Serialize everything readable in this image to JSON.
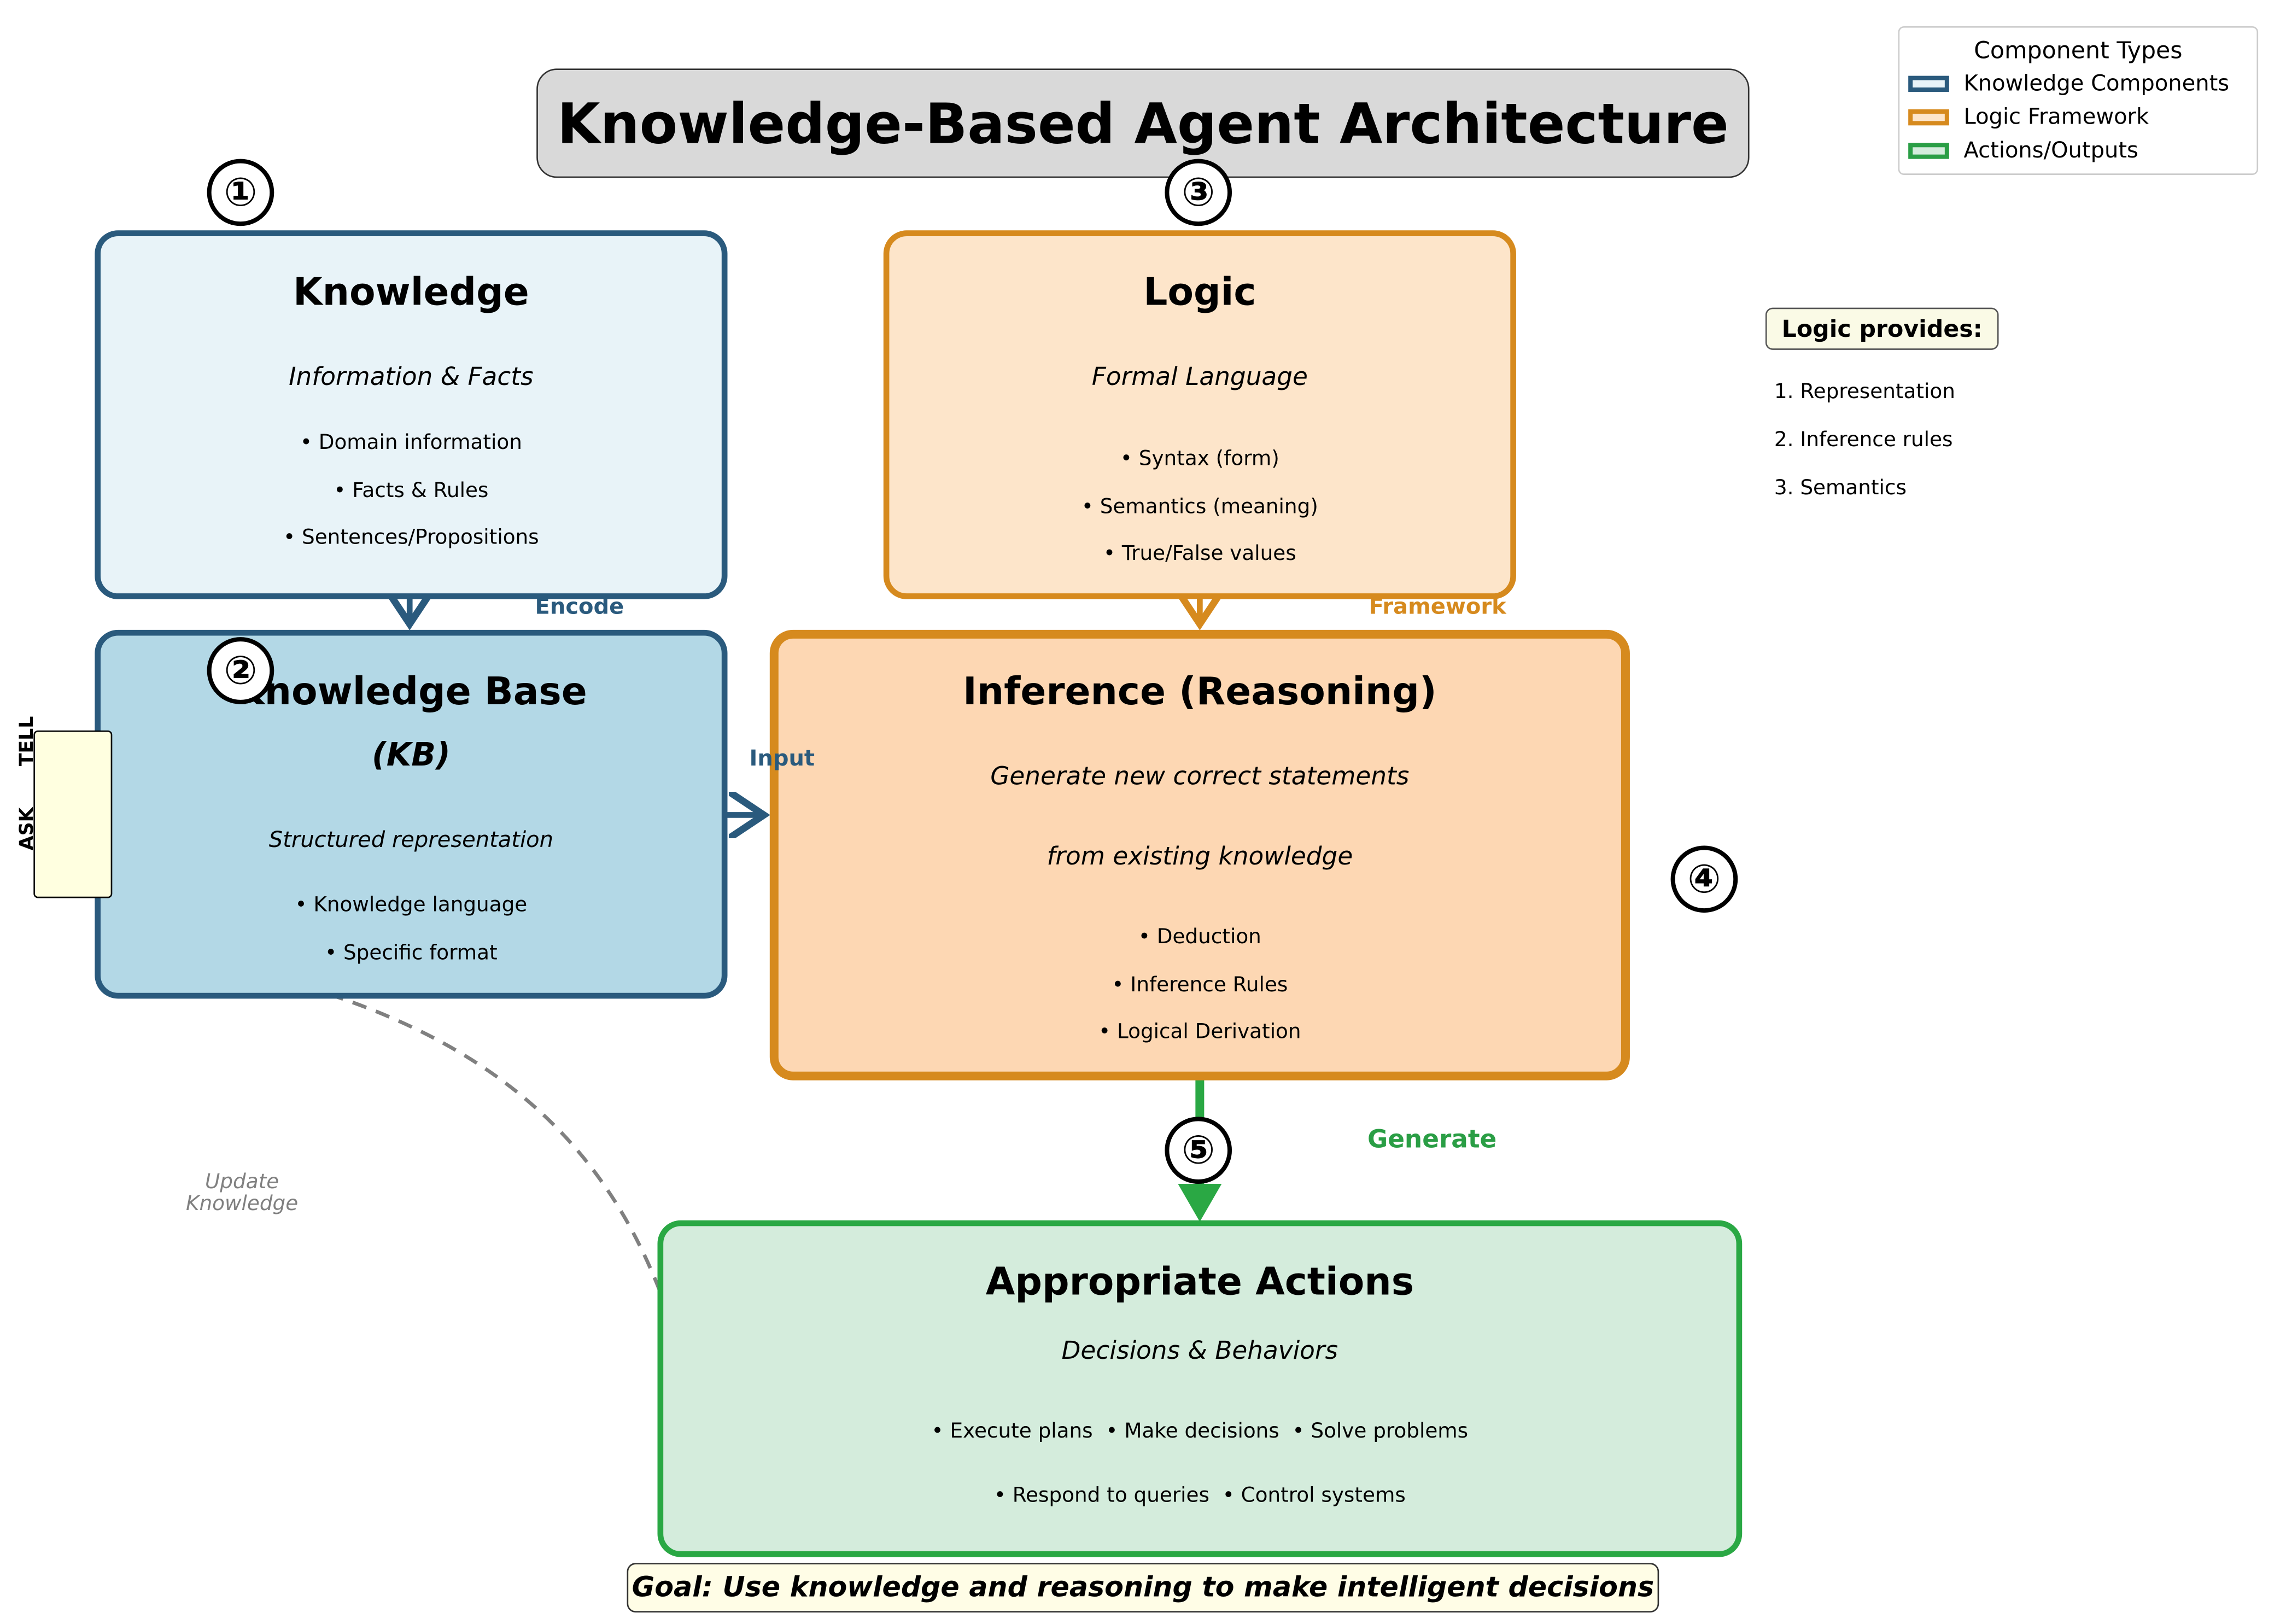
{
  "title": "Knowledge-Based Agent Architecture",
  "legend": {
    "title": "Component Types",
    "items": [
      {
        "label": "Knowledge Components",
        "color": "#2a5a7d",
        "fill": "#e8f3f8"
      },
      {
        "label": "Logic Framework",
        "color": "#d68a1e",
        "fill": "#fde5ca"
      },
      {
        "label": "Actions/Outputs",
        "color": "#2a9e45",
        "fill": "#d4ecdc"
      }
    ]
  },
  "knowledge": {
    "number": "①",
    "title": "Knowledge",
    "subtitle": "Information & Facts",
    "items": [
      "• Domain information",
      "• Facts & Rules",
      "• Sentences/Propositions"
    ]
  },
  "logic": {
    "number": "③",
    "title": "Logic",
    "subtitle": "Formal Language",
    "items": [
      "• Syntax (form)",
      "• Semantics (meaning)",
      "• True/False values"
    ]
  },
  "kb": {
    "number": "②",
    "title": "Knowledge Base",
    "title_prefix": "K",
    "title_suffix": "nowledge Base",
    "abbrev": "(KB)",
    "subtitle": "Structured representation",
    "items": [
      "• Knowledge language",
      "• Specific format"
    ]
  },
  "inference": {
    "number": "④",
    "title": "Inference (Reasoning)",
    "subtitle_line1": "Generate new correct statements",
    "subtitle_line2": "from existing knowledge",
    "items": [
      "• Deduction",
      "• Inference Rules",
      "• Logical Derivation"
    ]
  },
  "actions": {
    "number": "⑤",
    "title": "Appropriate Actions",
    "subtitle": "Decisions & Behaviors",
    "line1": "• Execute plans  • Make decisions  • Solve problems",
    "line2": "• Respond to queries  • Control systems"
  },
  "logic_provides": {
    "title": "Logic provides:",
    "items": [
      "1. Representation",
      "2. Inference rules",
      "3. Semantics"
    ]
  },
  "arrows": {
    "encode": "Encode",
    "framework": "Framework",
    "input": "Input",
    "generate": "Generate",
    "update_line1": "Update",
    "update_line2": "Knowledge"
  },
  "side_labels": {
    "tell": "TELL",
    "ask": "ASK"
  },
  "goal": "Goal: Use knowledge and reasoning to make intelligent decisions"
}
